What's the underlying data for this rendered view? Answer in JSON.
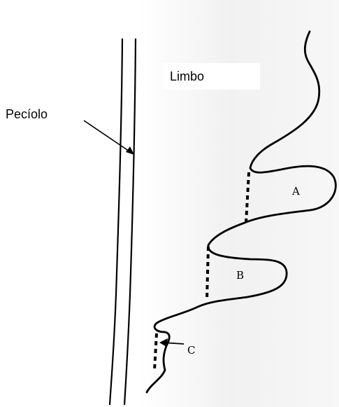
{
  "labels": {
    "limbo": "Limbo",
    "peciolo": "Pecíolo",
    "a": "A",
    "b": "B",
    "c": "C"
  },
  "colors": {
    "ink": "#000000",
    "paper": "#f1f1f1"
  }
}
